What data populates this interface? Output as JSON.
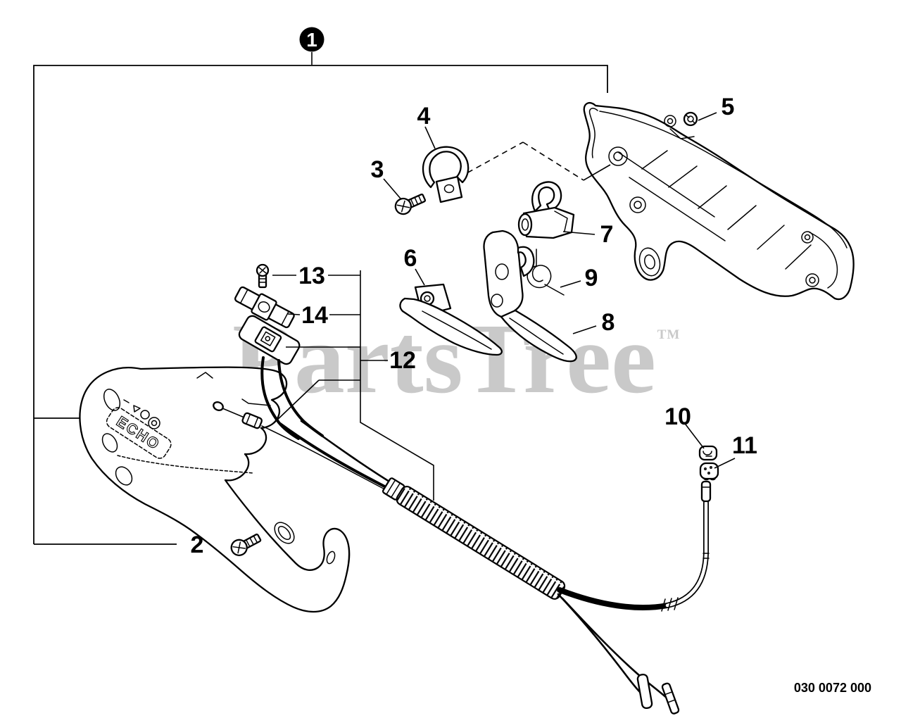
{
  "diagram": {
    "background": "#ffffff",
    "ink": "#000000",
    "watermark": {
      "text": "PartsTree",
      "tm": "TM",
      "color": "#c9c9c9"
    },
    "part_number": "030 0072 000",
    "housing_logo": "ECHO",
    "callouts": {
      "c1": "1",
      "c2": "2",
      "c3": "3",
      "c4": "4",
      "c5": "5",
      "c6": "6",
      "c7": "7",
      "c8": "8",
      "c9": "9",
      "c10": "10",
      "c11": "11",
      "c12": "12",
      "c13": "13",
      "c14": "14"
    }
  }
}
